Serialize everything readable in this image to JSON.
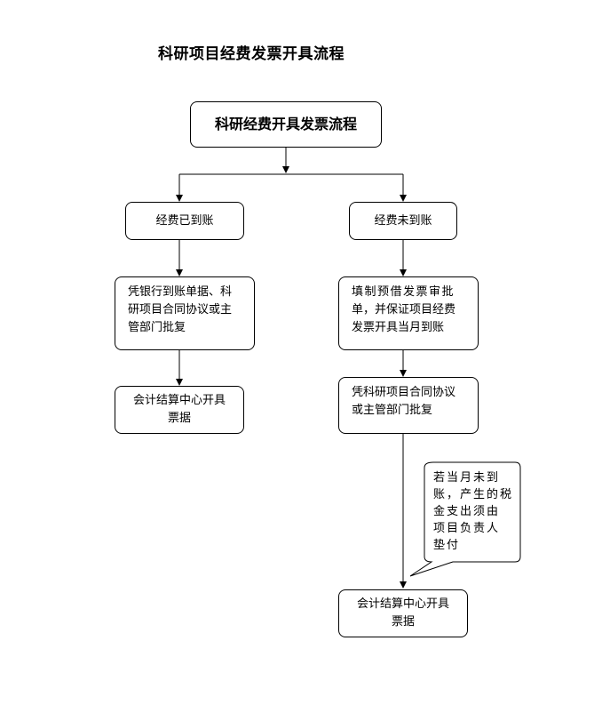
{
  "page_title": "科研项目经费发票开具流程",
  "nodes": {
    "main": "科研经费开具发票流程",
    "arrived": "经费已到账",
    "not_arrived": "经费未到账",
    "left_docs": [
      "凭银行到账单据、科",
      "研项目合同协议或主",
      "管部门批复"
    ],
    "left_invoice": [
      "会计结算中心开具",
      "票据"
    ],
    "right_form": [
      "填制预借发票审批",
      "单，并保证项目经费",
      "发票开具当月到账"
    ],
    "right_docs": [
      "凭科研项目合同协议",
      "或主管部门批复"
    ],
    "right_invoice": [
      "会计结算中心开具",
      "票据"
    ]
  },
  "callout": [
    "若当月未到",
    "账，产生的税",
    "金支出须由",
    "项目负责人",
    "垫付"
  ]
}
